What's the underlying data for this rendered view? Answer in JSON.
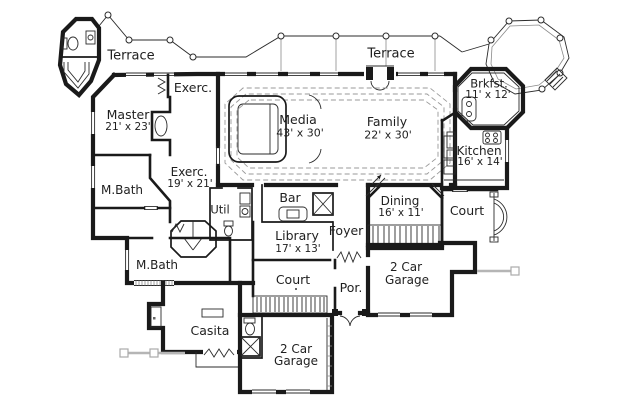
{
  "plan": {
    "type": "residential-floor-plan",
    "labels": [
      {
        "id": "terrace-left",
        "text": "Terrace"
      },
      {
        "id": "terrace-center",
        "text": "Terrace"
      },
      {
        "id": "exercise-upper",
        "text": "Exerc."
      },
      {
        "id": "master-name",
        "text": "Master"
      },
      {
        "id": "master-dims",
        "text": "21' x 23'"
      },
      {
        "id": "breakfast-name",
        "text": "Brkfst."
      },
      {
        "id": "breakfast-dims",
        "text": "11' x 12'"
      },
      {
        "id": "media-name",
        "text": "Media"
      },
      {
        "id": "media-dims",
        "text": "43' x 30'"
      },
      {
        "id": "family-name",
        "text": "Family"
      },
      {
        "id": "family-dims",
        "text": "22' x 30'"
      },
      {
        "id": "kitchen-name",
        "text": "Kitchen"
      },
      {
        "id": "kitchen-dims",
        "text": "16' x 14'"
      },
      {
        "id": "master-bath-upper",
        "text": "M.Bath"
      },
      {
        "id": "exercise-lower-name",
        "text": "Exerc."
      },
      {
        "id": "exercise-lower-dims",
        "text": "19' x 21'"
      },
      {
        "id": "utility",
        "text": "Util"
      },
      {
        "id": "bar",
        "text": "Bar"
      },
      {
        "id": "dining-name",
        "text": "Dining"
      },
      {
        "id": "dining-dims",
        "text": "16' x 11'"
      },
      {
        "id": "court-right",
        "text": "Court"
      },
      {
        "id": "library-name",
        "text": "Library"
      },
      {
        "id": "library-dims",
        "text": "17' x 13'"
      },
      {
        "id": "foyer",
        "text": "Foyer"
      },
      {
        "id": "master-bath-lower",
        "text": "M.Bath"
      },
      {
        "id": "garage-right-line1",
        "text": "2 Car"
      },
      {
        "id": "garage-right-line2",
        "text": "Garage"
      },
      {
        "id": "court-bottom",
        "text": "Court"
      },
      {
        "id": "porch",
        "text": "Por."
      },
      {
        "id": "casita",
        "text": "Casita"
      },
      {
        "id": "garage-bottom-line1",
        "text": "2 Car"
      },
      {
        "id": "garage-bottom-line2",
        "text": "Garage"
      }
    ]
  },
  "colors": {
    "wall": "#1a1a1a",
    "thin_line": "#2b2b2b",
    "gray_detail": "#8a8a8a",
    "fence": "#b5b5b5",
    "background": "#ffffff",
    "text": "#1f1f1f"
  }
}
